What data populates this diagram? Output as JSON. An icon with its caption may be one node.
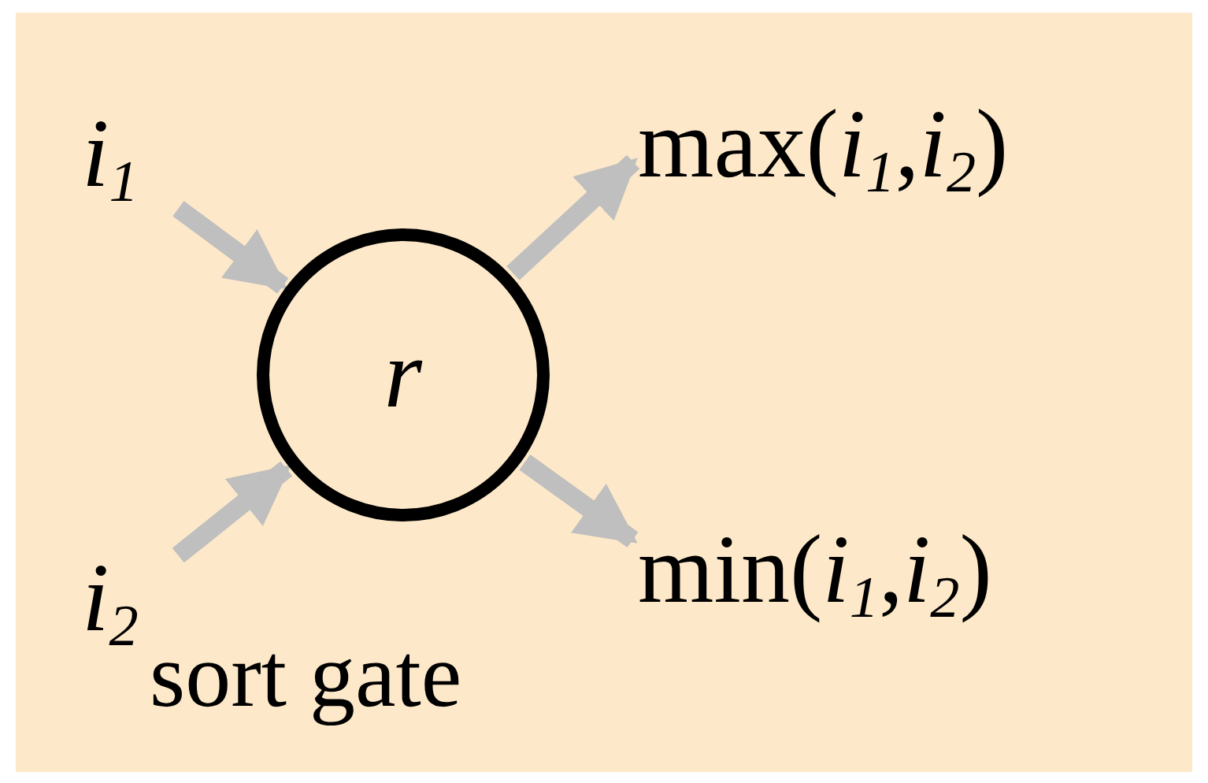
{
  "diagram": {
    "nodes": [
      {
        "text": [
          "i$_{1}$"
        ]
      },
      {
        "text": [
          "r"
        ]
      },
      {
        "text": [
          "max(*i*$_{1}$,*i*$_{2}$)"
        ]
      },
      {
        "text": [
          "i$_{2}$"
        ]
      },
      {
        "text": [
          "min(*i*$_{1}$,*i*$_{2}$)"
        ]
      }
    ],
    "edges": [
      {
        "from": 0,
        "to": 1,
        "arrow": "to"
      },
      {
        "from": 3,
        "to": 1,
        "arrow": "to"
      },
      {
        "from": 1,
        "to": 2,
        "arrow": "to"
      },
      {
        "from": 1,
        "to": 4,
        "arrow": "to"
      }
    ],
    "labels": [
      "sort gate"
    ]
  }
}
